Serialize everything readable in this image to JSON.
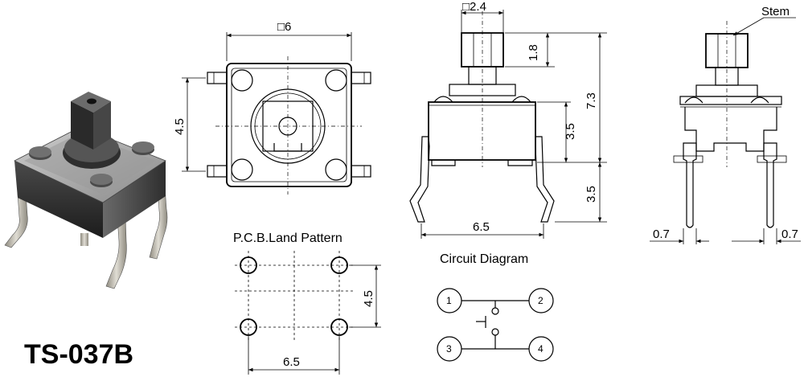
{
  "part_number": "TS-037B",
  "labels": {
    "stem": "Stem",
    "land_pattern": "P.C.B.Land Pattern",
    "circuit_diagram": "Circuit Diagram"
  },
  "dimensions": {
    "body_width": "□6",
    "stem_width": "□2.4",
    "pin_pitch_vertical_top": "4.5",
    "stem_height": "1.8",
    "total_height": "7.3",
    "body_height": "3.5",
    "lead_length": "3.5",
    "lead_span": "6.5",
    "lead_thickness_left": "0.7",
    "lead_thickness_right": "0.7",
    "land_pitch_vertical": "4.5",
    "land_pitch_horizontal": "6.5"
  },
  "circuit_pins": [
    "1",
    "2",
    "3",
    "4"
  ],
  "colors": {
    "line": "#000000",
    "body_dark": "#3a3a3a",
    "body_mid": "#5a5a5a",
    "lead_metal": "#b8b4a8"
  }
}
